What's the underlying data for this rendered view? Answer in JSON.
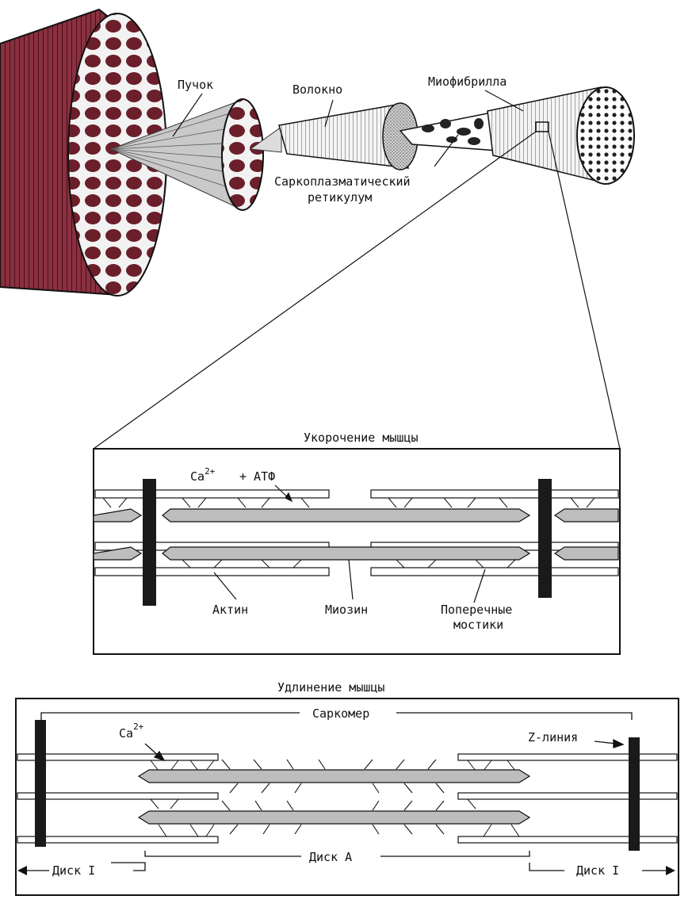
{
  "top_labels": {
    "bundle": "Пучок",
    "fiber": "Волокно",
    "myofibril": "Миофибрилла",
    "sr_line1": "Саркоплазматический",
    "sr_line2": "ретикулум"
  },
  "contraction_panel": {
    "title": "Укорочение мышцы",
    "ca_label": "Ca",
    "ca_sup": "2+",
    "atp_label": "+ АТФ",
    "actin": "Актин",
    "myosin": "Миозин",
    "bridges_line1": "Поперечные",
    "bridges_line2": "мостики"
  },
  "relaxation_panel": {
    "title": "Удлинение мышцы",
    "sarcomere": "Саркомер",
    "ca_label": "Ca",
    "ca_sup": "2+",
    "z_line": "Z-линия",
    "disk_i_left": "Диск I",
    "disk_a": "Диск A",
    "disk_i_right": "Диск I"
  },
  "colors": {
    "muscle_dark": "#6b1f2a",
    "muscle_mid": "#8a3040",
    "line": "#111111",
    "filament_fill": "#bdbdbd",
    "paper": "#ffffff"
  }
}
